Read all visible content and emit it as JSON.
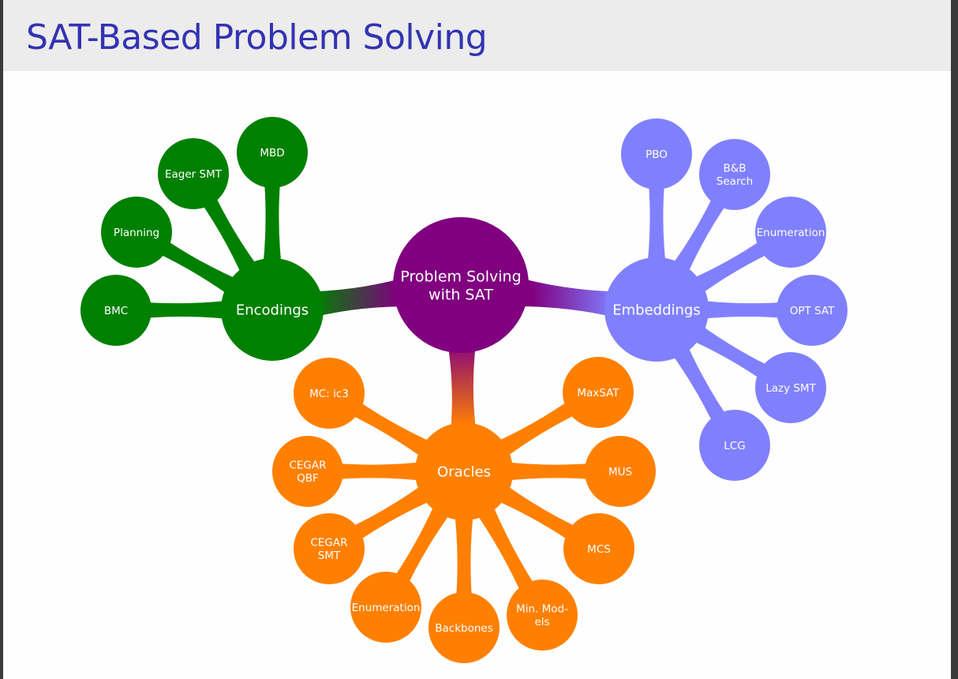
{
  "slide": {
    "title": "SAT-Based Problem Solving"
  },
  "colors": {
    "title": "#3333b3",
    "center": "#800080",
    "encodings": "#008000",
    "embeddings": "#8080ff",
    "oracles": "#ff8000",
    "title_bar": "#ececec"
  },
  "mindmap": {
    "center": {
      "lines": [
        "Problem Solving",
        "with SAT"
      ]
    },
    "encodings": {
      "label": "Encodings",
      "children": [
        {
          "lines": [
            "BMC"
          ]
        },
        {
          "lines": [
            "Planning"
          ]
        },
        {
          "lines": [
            "Eager SMT"
          ]
        },
        {
          "lines": [
            "MBD"
          ]
        }
      ]
    },
    "embeddings": {
      "label": "Embeddings",
      "children": [
        {
          "lines": [
            "PBO"
          ]
        },
        {
          "lines": [
            "B&B",
            "Search"
          ]
        },
        {
          "lines": [
            "Enumeration"
          ]
        },
        {
          "lines": [
            "OPT SAT"
          ]
        },
        {
          "lines": [
            "Lazy SMT"
          ]
        },
        {
          "lines": [
            "LCG"
          ]
        }
      ]
    },
    "oracles": {
      "label": "Oracles",
      "children": [
        {
          "lines": [
            "MaxSAT"
          ]
        },
        {
          "lines": [
            "MUS"
          ]
        },
        {
          "lines": [
            "MCS"
          ]
        },
        {
          "lines": [
            "Min. Mod-",
            "els"
          ]
        },
        {
          "lines": [
            "Backbones"
          ]
        },
        {
          "lines": [
            "Enumeration"
          ]
        },
        {
          "lines": [
            "CEGAR",
            "SMT"
          ]
        },
        {
          "lines": [
            "CEGAR",
            "QBF"
          ]
        },
        {
          "lines": [
            "MC: ic3"
          ]
        }
      ]
    }
  }
}
